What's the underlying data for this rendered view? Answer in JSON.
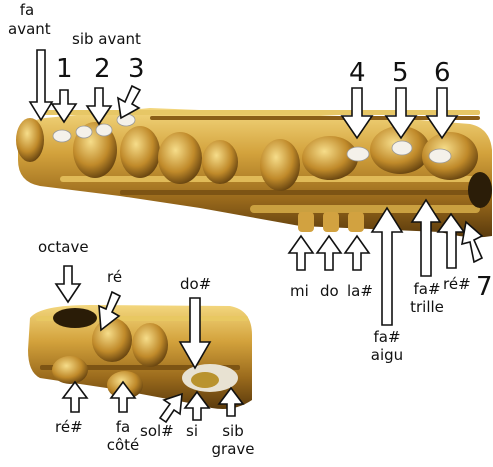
{
  "top_labels": {
    "fa_avant": [
      "fa",
      "avant"
    ],
    "sib_avant": "sib avant",
    "n1": "1",
    "n2": "2",
    "n3": "3",
    "n4": "4",
    "n5": "5",
    "n6": "6",
    "n7": "7"
  },
  "right_labels": {
    "mi": "mi",
    "do": "do",
    "la_sharp": "la#",
    "fa_sharp_aigu": [
      "fa#",
      "aigu"
    ],
    "fa_sharp_trille": [
      "fa#",
      "trille"
    ],
    "re_sharp_right": "ré#"
  },
  "bottom_labels": {
    "octave": "octave",
    "re": "ré",
    "do_sharp": "do#",
    "re_sharp": "ré#",
    "fa_cote": [
      "fa",
      "côté"
    ],
    "sol_sharp": "sol#",
    "si": "si",
    "sib_grave": [
      "sib",
      "grave"
    ]
  },
  "colors": {
    "brass_light": "#e8c25a",
    "brass_mid": "#c4902a",
    "brass_dark": "#6b4712",
    "pearl": "#f4f1ea"
  }
}
